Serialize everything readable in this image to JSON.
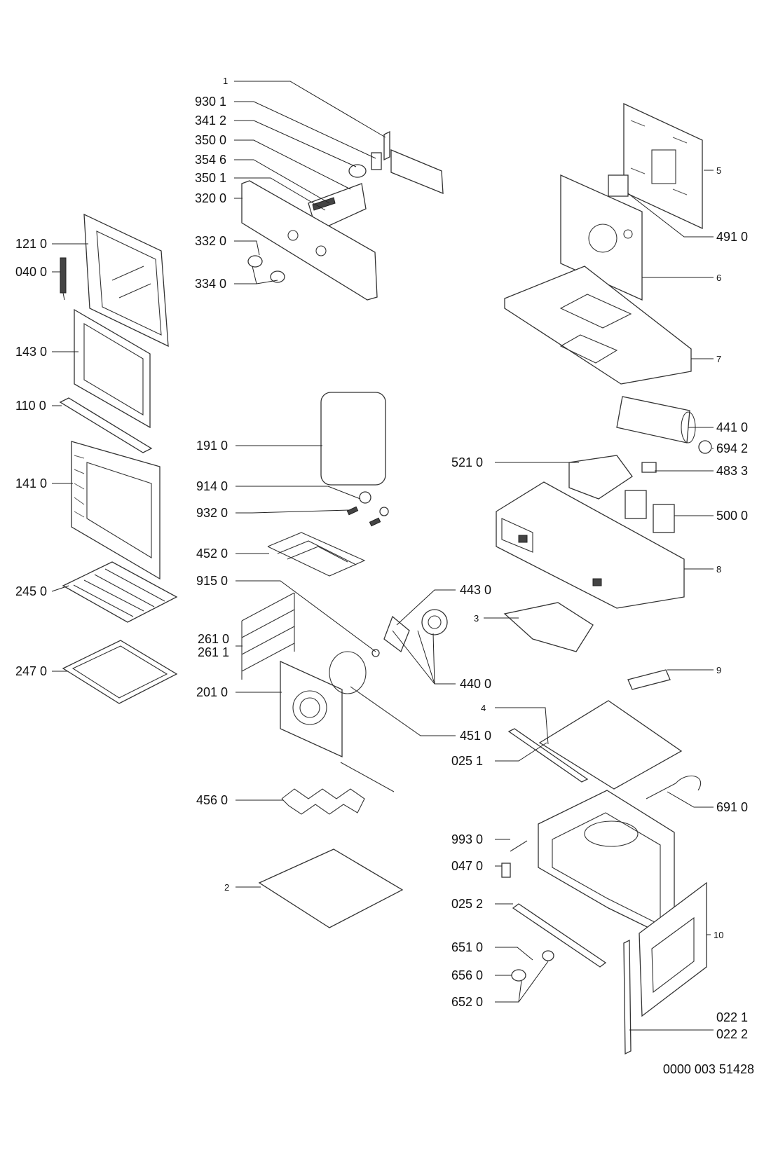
{
  "document_number": "0000 003 51428",
  "labels": [
    {
      "id": "p1",
      "text": "1"
    },
    {
      "id": "p9301",
      "text": "930 1"
    },
    {
      "id": "p3412",
      "text": "341 2"
    },
    {
      "id": "p3500",
      "text": "350 0"
    },
    {
      "id": "p3546",
      "text": "354 6"
    },
    {
      "id": "p3501",
      "text": "350 1"
    },
    {
      "id": "p3200",
      "text": "320 0"
    },
    {
      "id": "p3320",
      "text": "332 0"
    },
    {
      "id": "p3340",
      "text": "334 0"
    },
    {
      "id": "p1210",
      "text": "121 0"
    },
    {
      "id": "p0400",
      "text": "040 0"
    },
    {
      "id": "p1430",
      "text": "143 0"
    },
    {
      "id": "p1100",
      "text": "110 0"
    },
    {
      "id": "p1410",
      "text": "141 0"
    },
    {
      "id": "p2450",
      "text": "245 0"
    },
    {
      "id": "p2470",
      "text": "247 0"
    },
    {
      "id": "p1910",
      "text": "191 0"
    },
    {
      "id": "p9140",
      "text": "914 0"
    },
    {
      "id": "p9320",
      "text": "932 0"
    },
    {
      "id": "p4520",
      "text": "452 0"
    },
    {
      "id": "p9150",
      "text": "915 0"
    },
    {
      "id": "p2610",
      "text": "261 0"
    },
    {
      "id": "p2611",
      "text": "261 1"
    },
    {
      "id": "p2010",
      "text": "201 0"
    },
    {
      "id": "p4560",
      "text": "456 0"
    },
    {
      "id": "p2",
      "text": "2"
    },
    {
      "id": "p4430",
      "text": "443 0"
    },
    {
      "id": "p4400",
      "text": "440 0"
    },
    {
      "id": "p4510",
      "text": "451 0"
    },
    {
      "id": "p3",
      "text": "3"
    },
    {
      "id": "p5",
      "text": "5"
    },
    {
      "id": "p4910",
      "text": "491 0"
    },
    {
      "id": "p6",
      "text": "6"
    },
    {
      "id": "p7",
      "text": "7"
    },
    {
      "id": "p4410",
      "text": "441 0"
    },
    {
      "id": "p6942",
      "text": "694 2"
    },
    {
      "id": "p5210",
      "text": "521 0"
    },
    {
      "id": "p4833",
      "text": "483 3"
    },
    {
      "id": "p5000",
      "text": "500 0"
    },
    {
      "id": "p8",
      "text": "8"
    },
    {
      "id": "p9",
      "text": "9"
    },
    {
      "id": "p4",
      "text": "4"
    },
    {
      "id": "p0251",
      "text": "025 1"
    },
    {
      "id": "p6910",
      "text": "691 0"
    },
    {
      "id": "p9930",
      "text": "993 0"
    },
    {
      "id": "p0470",
      "text": "047 0"
    },
    {
      "id": "p0252",
      "text": "025 2"
    },
    {
      "id": "p6510",
      "text": "651 0"
    },
    {
      "id": "p6560",
      "text": "656 0"
    },
    {
      "id": "p6520",
      "text": "652 0"
    },
    {
      "id": "p10",
      "text": "10"
    },
    {
      "id": "p0221",
      "text": "022 1"
    },
    {
      "id": "p0222",
      "text": "022 2"
    }
  ]
}
